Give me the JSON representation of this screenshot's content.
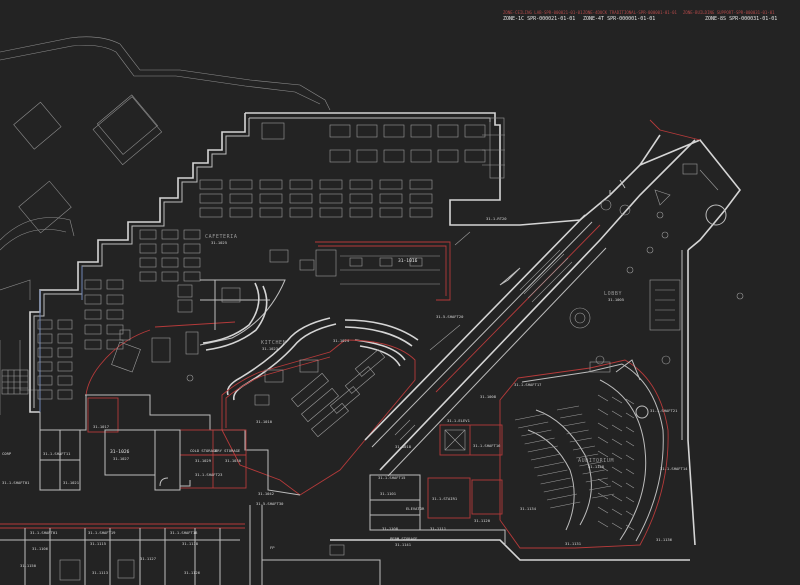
{
  "zones": [
    {
      "title": "ZONE-1C SPR-000021-01-01",
      "sub": "ZONE-CEILING LAB-SPR-000021-01-01"
    },
    {
      "title": "ZONE-4T SPR-000001-01-01",
      "sub": "ZONE-4DUCK TRADITIONAL-SPR-000001-01-01"
    },
    {
      "title": "ZONE-8S SPR-000031-01-01",
      "sub": "ZONE-BUILDING SUPPORT-SPR-000031-01-01"
    }
  ],
  "rooms": {
    "cafeteria": "CAFETERIA",
    "cafeteria_num": "31-1025",
    "kitchen": "KITCHEN",
    "kitchen_num": "31-1023",
    "kitchen2": "31-1024",
    "kitchen3": "31-1010",
    "kitchen4": "31-1016",
    "servery": "31-1016",
    "lobby": "LOBBY",
    "lobby_num": "31-1005",
    "auditorium": "AUDITORIUM",
    "auditorium_num": "31-1128",
    "corridor": "31-1008",
    "north_shaft": "31-1-RT20",
    "shaft20": "31-5-SHAFT20",
    "shaft21": "31-1-SHAFT21",
    "shaft17": "31-1-SHAFT17",
    "shaft11": "31-1-SHAFT11",
    "shaft16": "31-1-SHAFT16",
    "shaft15": "31-1-SHAFT15",
    "shaft18": "31-1-SHAFT18",
    "shaft23": "31-1-SHAFT23",
    "shaft01": "31-1-SHAFT01",
    "shaft19": "31-1-SHAFT19",
    "shaft30": "31-5-SHAFT30",
    "shaft14": "31-1-SHAFT14",
    "elev": "31-1-ELEV1",
    "stair": "31-1-STAIR1",
    "storage1": "31-1029",
    "storage2": "31-1030",
    "storage3": "31-1042",
    "r1017": "31-1017",
    "r1026": "31-1026",
    "r1027": "31-1027",
    "r1131": "31-1131",
    "r1134": "31-1134",
    "r1136": "31-1136",
    "r1021": "31-1021",
    "r1106": "31-1106",
    "r1118": "31-1118",
    "r1115": "31-1115",
    "r1126": "31-1126",
    "r1127": "31-1127",
    "r1150": "31-1150",
    "r1113": "31-1113",
    "r1101": "31-1101",
    "r1108": "31-1108",
    "r1111": "31-1111",
    "r1120": "31-1120",
    "r1141": "31-1141",
    "r1018": "31-1018",
    "corp": "CORP",
    "stor_label": "COLD STORAGE",
    "dry_label": "DRY STORAGE",
    "fp_label": "FP",
    "wlabel": "ELEVATOR",
    "perm_label": "PERM STORAGE"
  }
}
